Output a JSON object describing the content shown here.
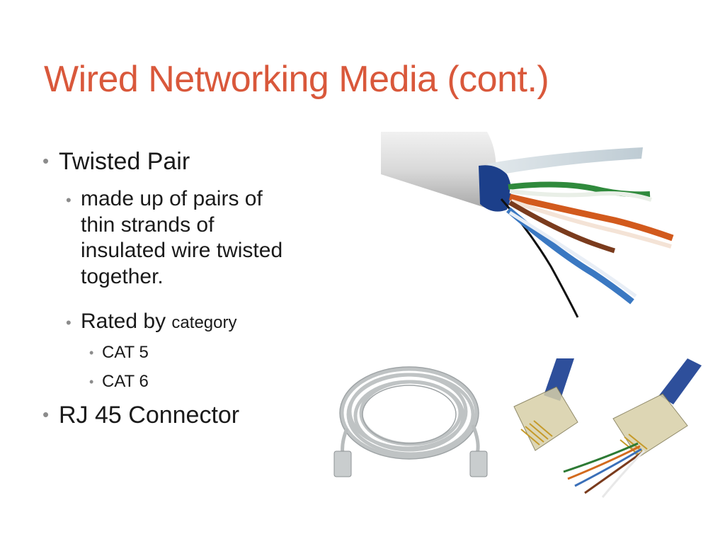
{
  "slide": {
    "title": "Wired Networking Media (cont.)",
    "accent_color": "#d9583b",
    "bullet_symbol": "•",
    "bullets": [
      {
        "text": "Twisted Pair"
      },
      {
        "text": "made up of pairs of thin strands of insulated wire twisted together.",
        "lines": [
          "made up of pairs of",
          "thin strands of",
          "insulated wire twisted",
          "together."
        ]
      },
      {
        "text": "Rated by",
        "suffix": "category"
      },
      {
        "text": "CAT 5"
      },
      {
        "text": "CAT 6"
      },
      {
        "text": "RJ 45 Connector"
      }
    ]
  },
  "images": {
    "stripped_cable": "stripped-twisted-pair-cable-photo",
    "coiled_cable": "coiled-patch-cable-photo",
    "rj45_connectors": "rj45-connectors-photo"
  }
}
